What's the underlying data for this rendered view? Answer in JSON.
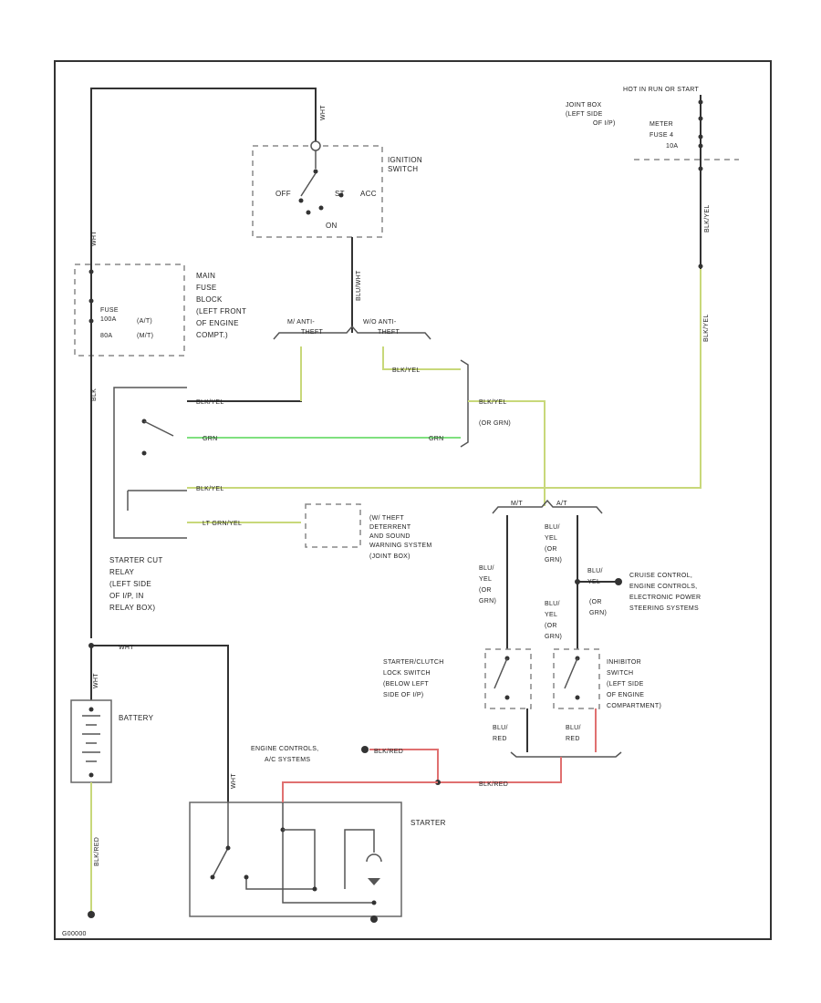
{
  "diagram": {
    "corner_code": "G00000",
    "labels": {
      "hot": "HOT IN RUN OR START",
      "joint_box": [
        "JOINT BOX",
        "(LEFT SIDE",
        "OF I/P)"
      ],
      "meter_fuse": [
        "METER",
        "FUSE 4",
        "10A"
      ],
      "ignition_switch": [
        "IGNITION",
        "SWITCH"
      ],
      "sw_off": "OFF",
      "sw_st": "ST",
      "sw_acc": "ACC",
      "sw_on": "ON",
      "main_fuse": [
        "MAIN",
        "FUSE",
        "BLOCK",
        "(LEFT FRONT",
        "OF ENGINE",
        "COMPT.)"
      ],
      "fuse": [
        "FUSE",
        "100A",
        "80A"
      ],
      "fuse_sel": [
        "(A/T)",
        "(M/T)"
      ],
      "m_anti": [
        "M/ ANTI-",
        "THEFT"
      ],
      "w_anti": [
        "W/O ANTI-",
        "THEFT"
      ],
      "wire_yg_1": "BLK/YEL",
      "wire_yg_2": "BLK/YEL",
      "wire_yg_3": "BLK/YEL",
      "wire_yg_4": "BLK/YEL",
      "wire_yg_5": "BLK/YEL",
      "wire_yg_6": "BLK/YEL",
      "wire_grn_1": "GRN",
      "wire_grn_2": "GRN",
      "or_grn": "(OR GRN)",
      "lt_grn": "LT GRN/YEL",
      "starter_relay": [
        "STARTER CUT",
        "RELAY",
        "(LEFT SIDE",
        "OF I/P, IN",
        "RELAY BOX)"
      ],
      "theft": [
        "(W/ THEFT",
        "DETERRENT",
        "AND SOUND",
        "WARNING SYSTEM",
        "(JOINT BOX)"
      ],
      "mt_label": "M/T",
      "at_label": "A/T",
      "blu_stack_1": [
        "BLU/",
        "YEL",
        "(OR",
        "GRN)"
      ],
      "blu_stack_2": [
        "BLU/",
        "YEL",
        "(OR",
        "GRN)"
      ],
      "blu_stack_3": [
        "BLU/",
        "YEL",
        "(OR",
        "GRN)"
      ],
      "blu_yel_right": [
        "BLU/",
        "YEL"
      ],
      "or_grn_right": [
        "(OR",
        "GRN)"
      ],
      "cruise": [
        "CRUISE CONTROL,",
        "ENGINE CONTROLS,",
        "ELECTRONIC POWER",
        "STEERING SYSTEMS"
      ],
      "interlock": [
        "STARTER/CLUTCH",
        "LOCK SWITCH",
        "(BELOW LEFT",
        "SIDE OF I/P)"
      ],
      "inhibitor": [
        "INHIBITOR",
        "SWITCH",
        "(LEFT SIDE",
        "OF ENGINE",
        "COMPARTMENT)"
      ],
      "blu_red_1": [
        "BLU/",
        "RED"
      ],
      "blu_red_2": [
        "BLU/",
        "RED"
      ],
      "battery": "BATTERY",
      "engine_ctrl": [
        "ENGINE CONTROLS,",
        "A/C SYSTEMS"
      ],
      "wire_red_1": "BLK/RED",
      "wire_red_2": "BLK/RED",
      "wire_red_3": "BLK/RED",
      "starter": "STARTER",
      "wht_1": "WHT",
      "wht_2": "WHT",
      "wht_3": "WHT",
      "wht_4": "WHT",
      "wht_5": "WHT",
      "blk": "BLK",
      "blu_wht": "BLU/WHT"
    }
  },
  "colors": {
    "wire_black": "#333333",
    "wire_yellow_green": "#c8d87a",
    "wire_green": "#7fe07f",
    "wire_red": "#e07070"
  }
}
